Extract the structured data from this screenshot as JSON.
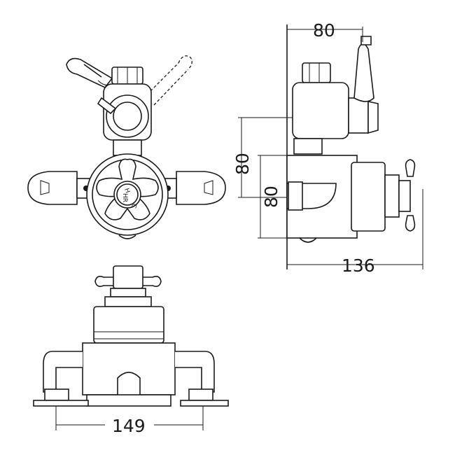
{
  "dimensions": {
    "side_top_width": "80",
    "side_upper_height": "80",
    "side_body_height": "80",
    "side_total_depth": "136",
    "bottom_total_width": "149"
  },
  "handle_markings": {
    "hot": "H",
    "label": "HR",
    "cold": "C"
  }
}
